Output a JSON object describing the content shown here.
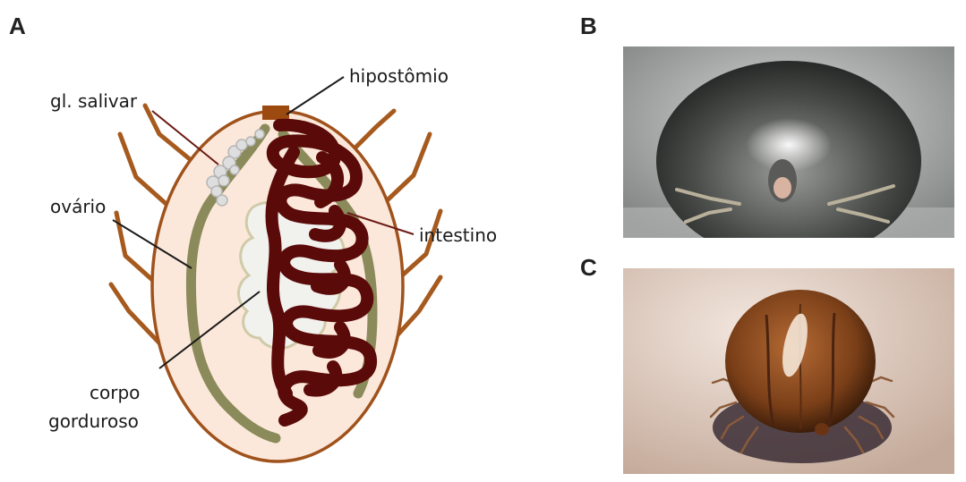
{
  "panels": {
    "a": "A",
    "b": "B",
    "c": "C"
  },
  "labels": {
    "hipostomio": "hipostômio",
    "salivar": "gl. salivar",
    "ovario": "ovário",
    "intestino": "intestino",
    "corpo_line1": "corpo",
    "corpo_line2": "gorduroso"
  },
  "colors": {
    "body_fill": "#fce8da",
    "body_outline": "#a0521c",
    "legs": "#a65a1e",
    "ovary": "#8a8a5a",
    "intestine": "#5a0a08",
    "fat_body": "#f1f1ee",
    "salivary": "#d9d9d9",
    "hypostome": "#9c4a10"
  }
}
